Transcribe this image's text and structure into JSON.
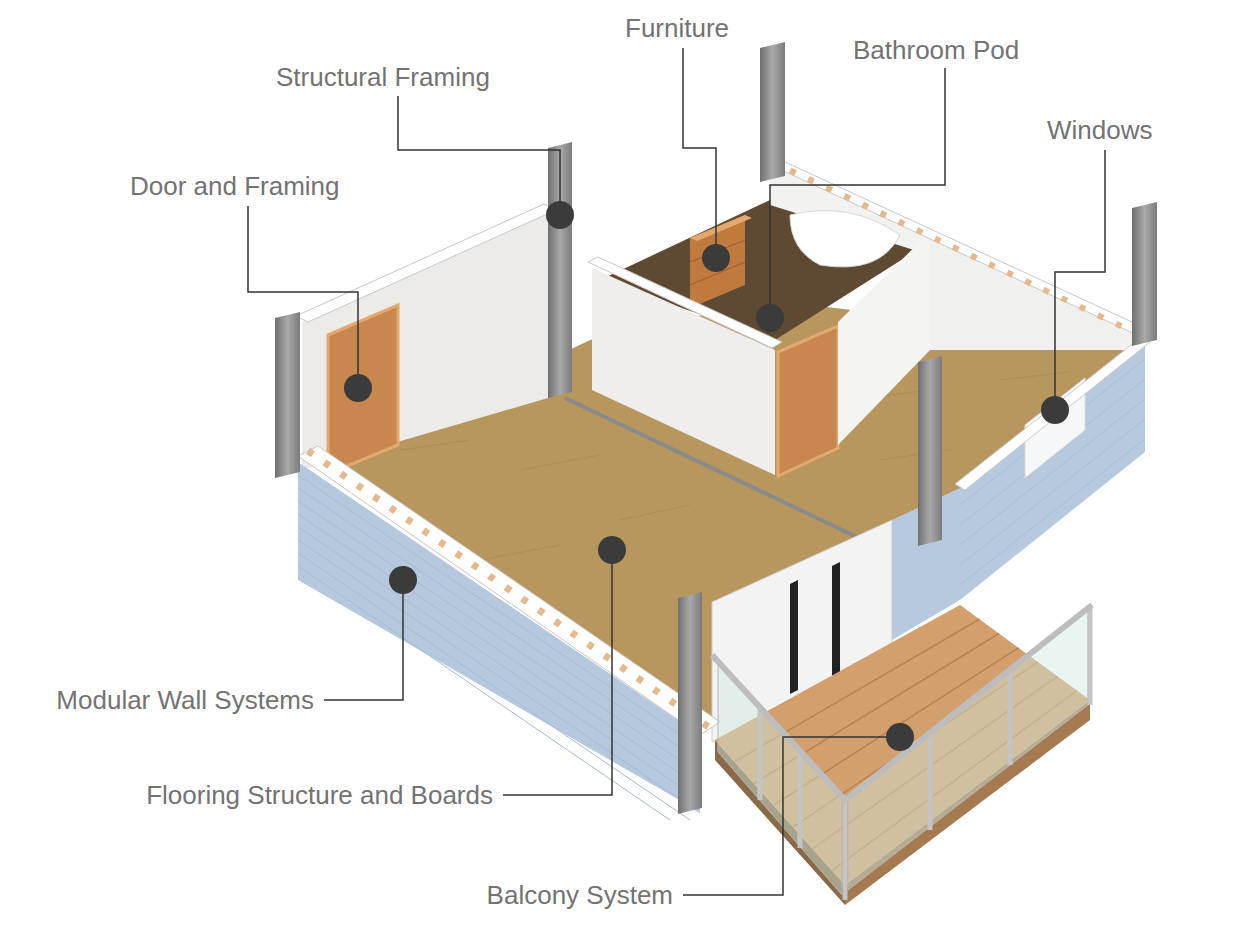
{
  "diagram": {
    "labels": [
      "Furniture",
      "Bathroom Pod",
      "Structural Framing",
      "Windows",
      "Door and Framing",
      "Modular Wall Systems",
      "Flooring Structure and Boards",
      "Balcony System"
    ]
  }
}
